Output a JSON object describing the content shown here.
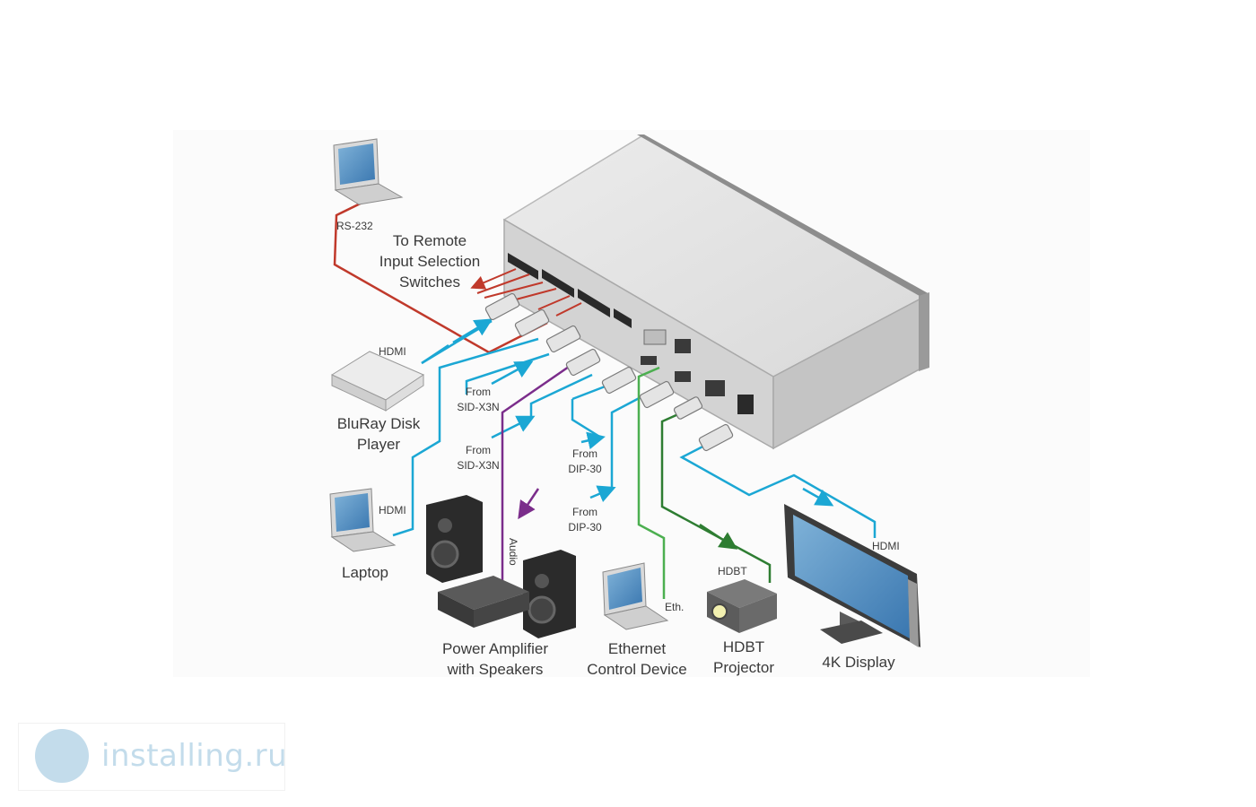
{
  "labels": {
    "rs232": "RS-232",
    "remote_line1": "To Remote",
    "remote_line2": "Input Selection",
    "remote_line3": "Switches",
    "hdmi_bluray": "HDMI",
    "bluray_line1": "BluRay Disk",
    "bluray_line2": "Player",
    "hdmi_laptop": "HDMI",
    "laptop": "Laptop",
    "from1": "From",
    "sid1": "SID-X3N",
    "from2": "From",
    "sid2": "SID-X3N",
    "from3": "From",
    "dip1": "DIP-30",
    "from4": "From",
    "dip2": "DIP-30",
    "audio": "Audio",
    "amp_line1": "Power Amplifier",
    "amp_line2": "with Speakers",
    "eth": "Eth.",
    "ethdev_line1": "Ethernet",
    "ethdev_line2": "Control Device",
    "hdbt": "HDBT",
    "proj_line1": "HDBT",
    "proj_line2": "Projector",
    "hdmi_display": "HDMI",
    "display": "4K Display"
  },
  "watermark": {
    "text": "installing.ru"
  },
  "colors": {
    "rs232_cable": "#c0392b",
    "remote_cable": "#c0392b",
    "hdmi_cable": "#1ba7d4",
    "audio_cable": "#7b2d8b",
    "eth_cable": "#4caf50",
    "hdbt_cable": "#2e7d32",
    "device_body": "#e2e2e2",
    "watermark": "#c3dceb"
  }
}
